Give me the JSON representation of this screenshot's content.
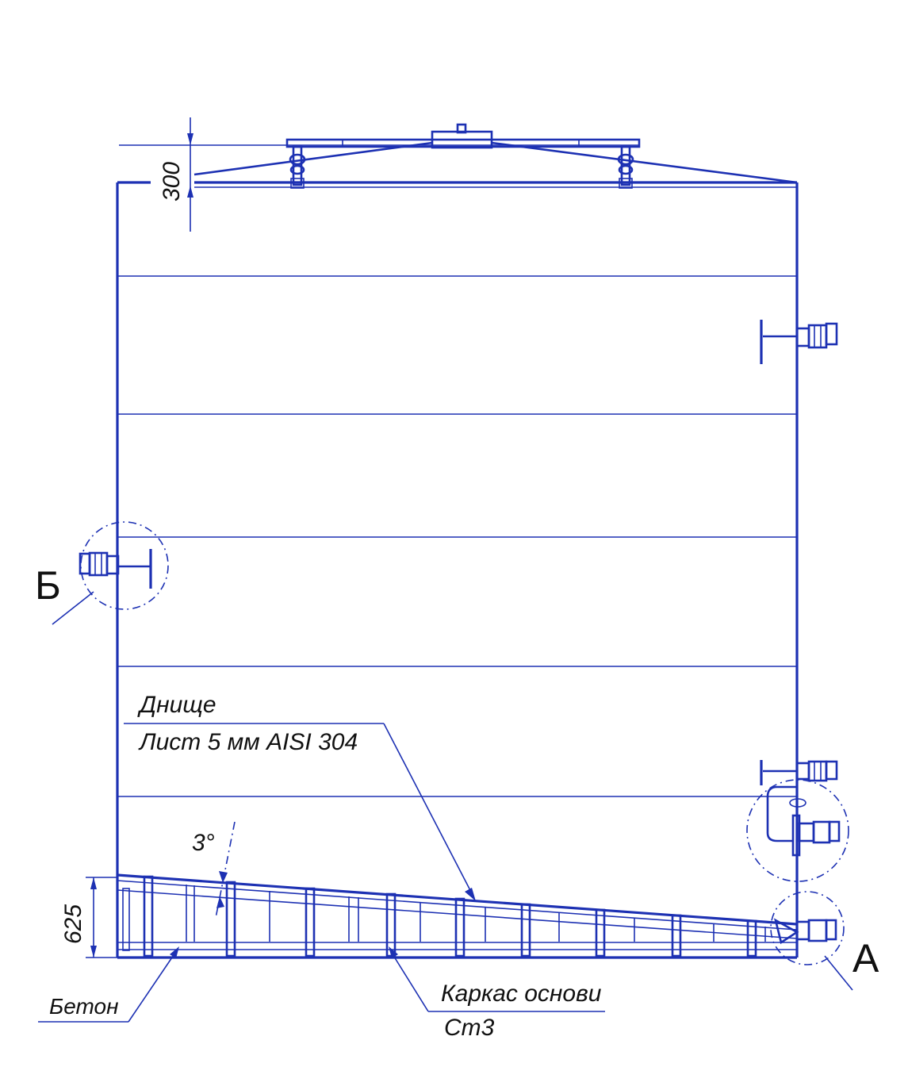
{
  "dimensions": {
    "top_height": "300",
    "base_height": "625",
    "slope_angle": "3°"
  },
  "callouts": {
    "bottom_title": "Днище",
    "bottom_material": "Лист 5 мм AISI 304",
    "concrete": "Бетон",
    "frame_title": "Каркас основи",
    "frame_material": "Ст3"
  },
  "detail_labels": {
    "a": "А",
    "b": "Б"
  },
  "colors": {
    "line": "#1d31b3",
    "text": "#111111"
  }
}
